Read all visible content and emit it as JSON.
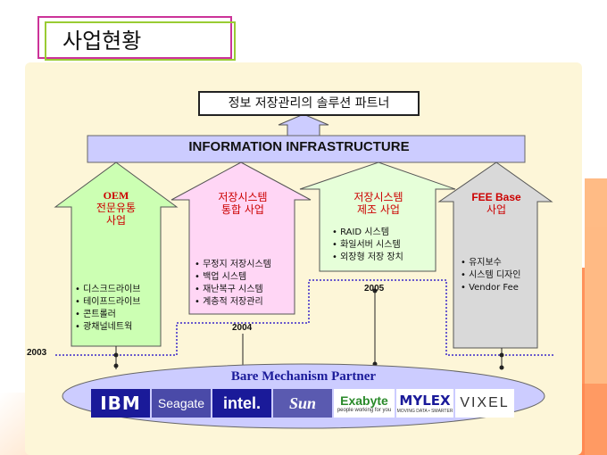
{
  "slide_title": "사업현황",
  "partner_banner": "정보 저장관리의 솔루션 파트너",
  "infrastructure_label": "INFORMATION INFRASTRUCTURE",
  "stages": [
    {
      "title_lines": [
        "OEM",
        "전문유통",
        "사업"
      ],
      "items": [
        "디스크드라이브",
        "테이프드라이브",
        "콘트롤러",
        "광채널네트웍"
      ],
      "year": "2003"
    },
    {
      "title_lines": [
        "저장시스템",
        "통합 사업"
      ],
      "items": [
        "무정지 저장시스템",
        "백업 시스템",
        "재난복구 시스템",
        "계층적 저장관리"
      ],
      "year": "2004"
    },
    {
      "title_lines": [
        "저장시스템",
        "제조 사업"
      ],
      "items": [
        "RAID 시스템",
        "화일서버 시스템",
        "외장형 저장 장치"
      ],
      "year": "2005"
    },
    {
      "title_lines": [
        "FEE Base",
        "사업"
      ],
      "items": [
        "유지보수",
        "시스템 디자인",
        "Vendor Fee"
      ],
      "year": ""
    }
  ],
  "partner_title": "Bare Mechanism Partner",
  "partner_logos": [
    {
      "name": "IBM",
      "text": "IBM"
    },
    {
      "name": "Seagate",
      "text": "Seagate"
    },
    {
      "name": "Intel",
      "text": "intel."
    },
    {
      "name": "Sun",
      "text": "Sun"
    },
    {
      "name": "Exabyte",
      "text": "Exabyte",
      "tagline": "people working for you"
    },
    {
      "name": "Mylex",
      "text": "MYLEX",
      "tagline": "MOVING DATA • SMARTER"
    },
    {
      "name": "Vixel",
      "text": "VIXEL"
    }
  ],
  "colors": {
    "title_frame_outer": "#cc3399",
    "title_frame_inner": "#99cc33",
    "stage1_fill": "#ccffb3",
    "stage2_fill": "#ffd6f5",
    "stage3_fill": "#e6ffd9",
    "stage4_fill": "#d9d9d9",
    "infra_bar": "#ccccff",
    "partner_ellipse": "#ccccff",
    "timeline": "#6a5acd",
    "accent_red": "#cc0000"
  }
}
